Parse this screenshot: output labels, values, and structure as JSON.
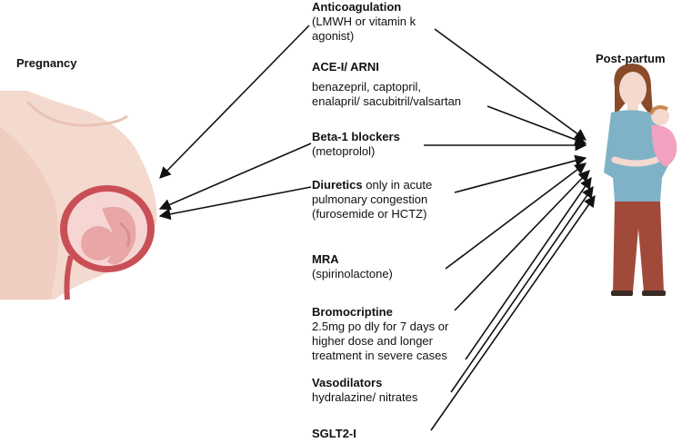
{
  "left_title": "Pregnancy",
  "right_title": "Post-partum",
  "drugs": [
    {
      "name": "Anticoagulation",
      "suffix": "",
      "detail": [
        "(LMWH or vitamin k",
        "agonist)"
      ]
    },
    {
      "name": "ACE-I/ ARNI",
      "suffix": "",
      "detail": [
        "benazepril, captopril,",
        "enalapril/ sacubitril/valsartan"
      ]
    },
    {
      "name": "Beta-1 blockers",
      "suffix": "",
      "detail": [
        "(metoprolol)"
      ]
    },
    {
      "name": "Diuretics",
      "suffix": " only in acute",
      "detail": [
        "pulmonary congestion",
        "(furosemide or HCTZ)"
      ]
    },
    {
      "name": "MRA",
      "suffix": "",
      "detail": [
        "(spirinolactone)"
      ]
    },
    {
      "name": "Bromocriptine",
      "suffix": "",
      "detail": [
        "2.5mg po dly for 7 days or",
        "higher dose and longer",
        "treatment in severe cases"
      ]
    },
    {
      "name": "Vasodilators",
      "suffix": "",
      "detail": [
        "hydralazine/ nitrates"
      ]
    },
    {
      "name": "SGLT2-I",
      "suffix": "",
      "detail": []
    }
  ],
  "colors": {
    "skin": "#f4d9cf",
    "skin_shadow": "#e8c3b6",
    "uterus": "#c94f57",
    "fetus": "#e9a6a6",
    "shirt": "#7fb2c6",
    "pants": "#a24a3a",
    "hair": "#8a4b2a",
    "baby": "#f2a1c0",
    "arrow": "#111111"
  }
}
